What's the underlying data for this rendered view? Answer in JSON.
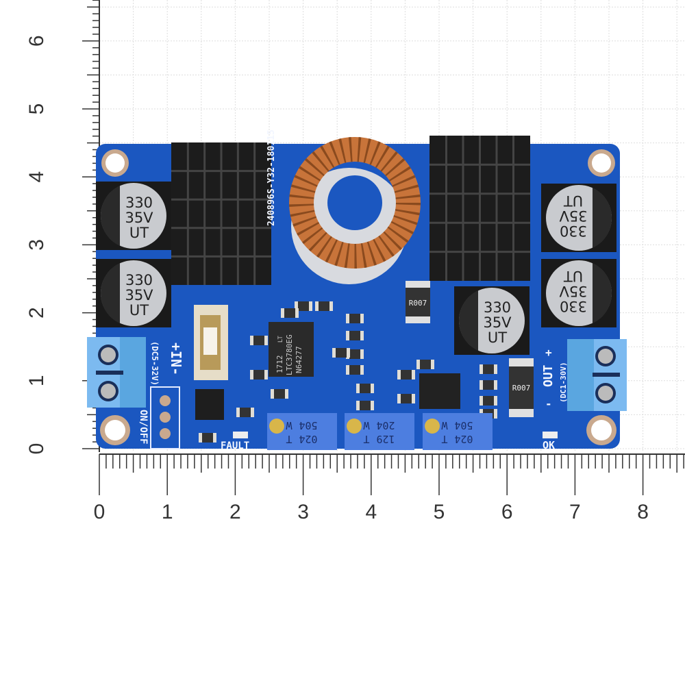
{
  "ruler": {
    "vertical_labels": [
      "0",
      "1",
      "2",
      "3",
      "4",
      "5",
      "6"
    ],
    "horizontal_labels": [
      "0",
      "1",
      "2",
      "3",
      "4",
      "5",
      "6",
      "7",
      "8"
    ]
  },
  "board": {
    "pcb_code": "240896S-Y32-180115",
    "input_label": "+IN-",
    "input_range": "(DC5-32V)",
    "switch_label": "ON/OFF",
    "fault_label": "FAULT",
    "output_label": "OUT",
    "output_plus": "+",
    "output_minus": "-",
    "output_range": "(DC1-30V)",
    "ok_label": "OK",
    "shunt_label": "R007",
    "ic": {
      "brand": "LT",
      "date": "1712",
      "part": "LTC3780EG",
      "lot": "N64277"
    },
    "capacitor": {
      "value": "330",
      "voltage": "35V",
      "series": "UT"
    },
    "pots": [
      {
        "code": "504",
        "w": "W",
        "t": "T",
        "batch": "024"
      },
      {
        "code": "204",
        "w": "W",
        "t": "T",
        "batch": "129"
      },
      {
        "code": "504",
        "w": "W",
        "t": "T",
        "batch": "024"
      }
    ]
  },
  "colors": {
    "pcb": "#1b57c0",
    "heatsink": "#1c1c1c",
    "copper": "#c8743a",
    "terminal": "#5aa6e0"
  }
}
